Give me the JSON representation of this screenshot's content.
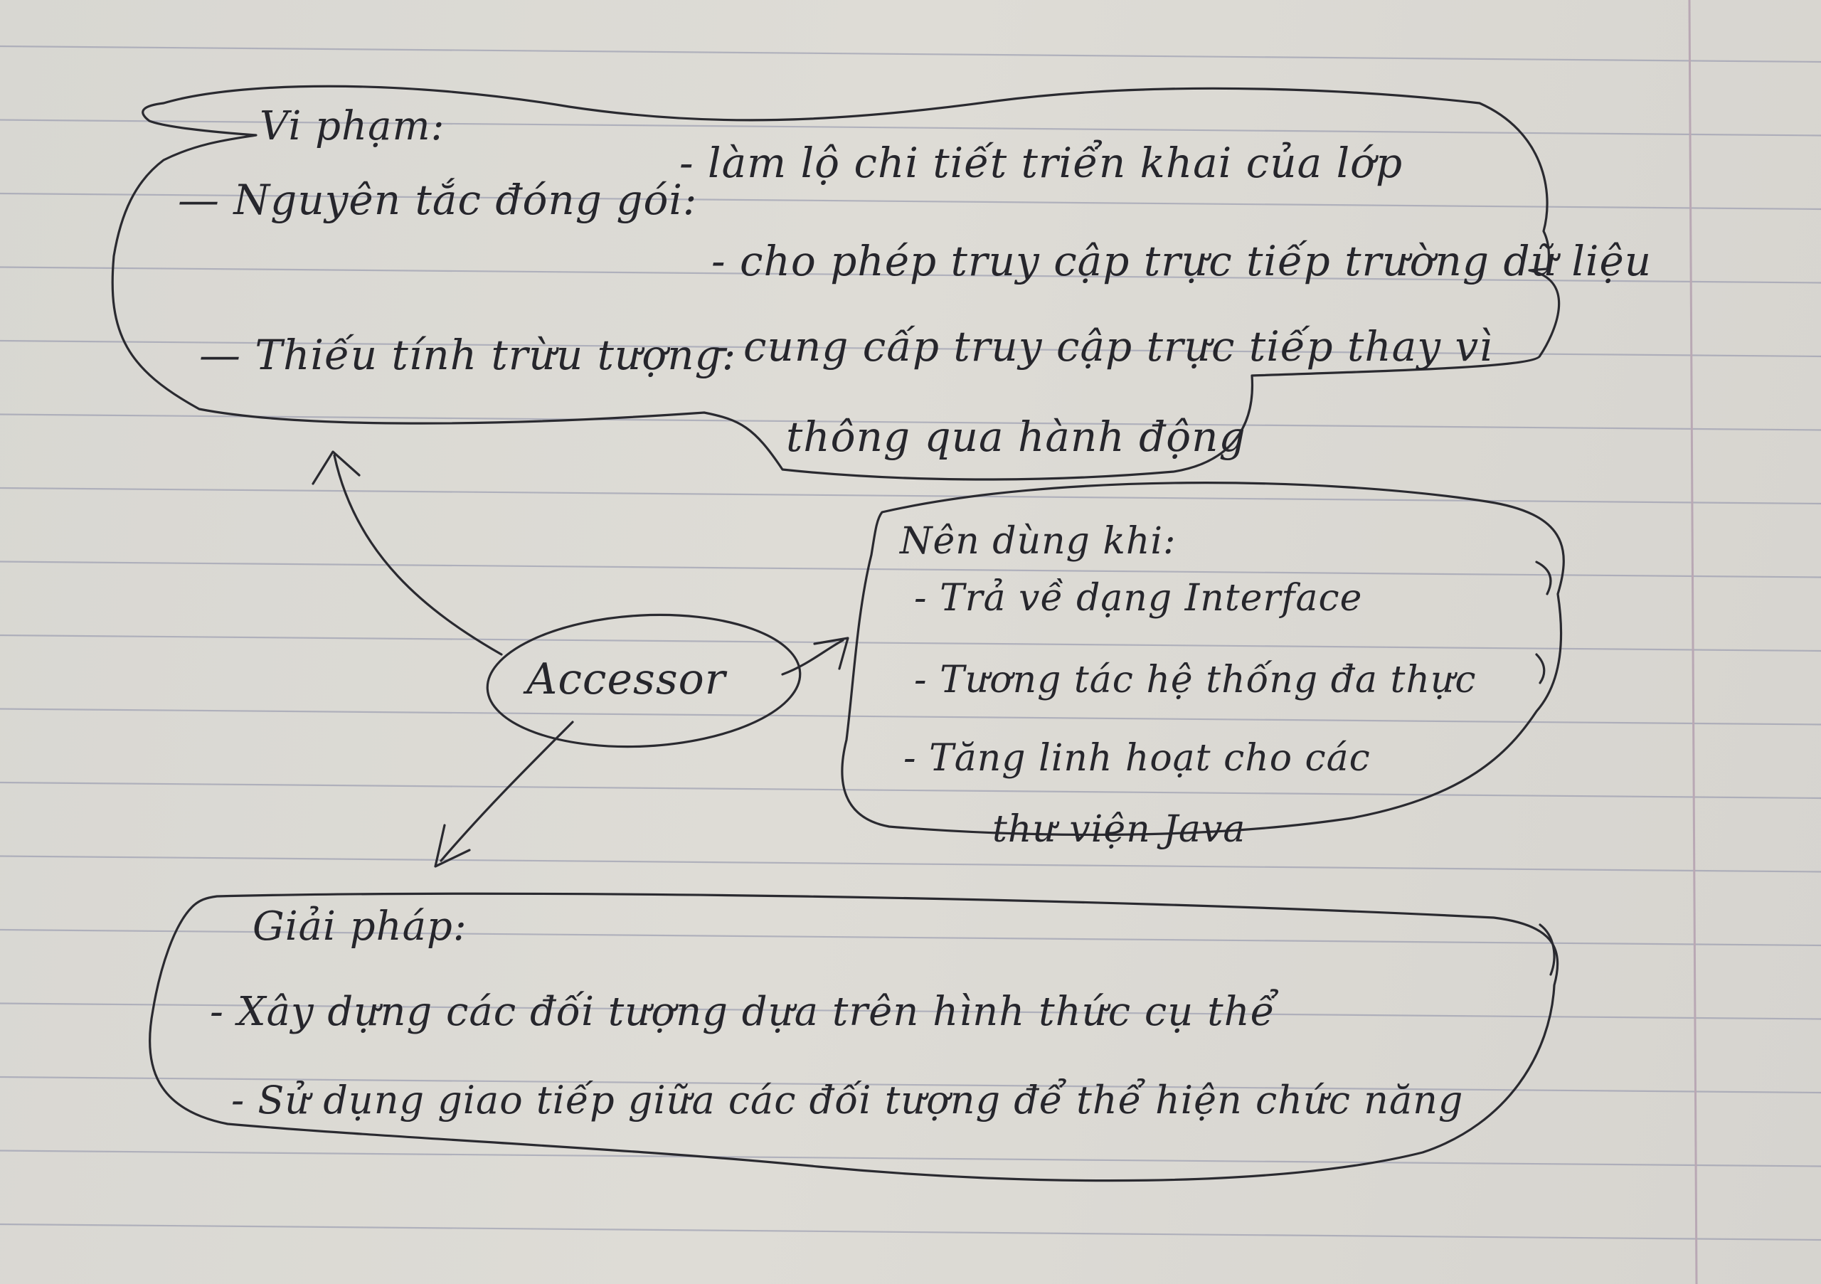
{
  "notebook": {
    "paper_color": "#dcdbd6",
    "rule_color": "#8c8fa8",
    "margin_color": "#b9a8b4",
    "ink_color": "#2a2a30"
  },
  "violations": {
    "heading": "Vi phạm:",
    "item1_label": "— Nguyên tắc đóng gói:",
    "item1_point1": "- làm lộ chi tiết triển khai của lớp",
    "item1_point2": "- cho phép truy cập trực tiếp trường dữ liệu",
    "item2_label": "— Thiếu tính trừu tượng:",
    "item2_point1": "- cung cấp truy cập trực tiếp thay vì",
    "item2_point1_cont": "thông qua hành động"
  },
  "center": {
    "label": "Accessor"
  },
  "usage": {
    "heading": "Nên dùng khi:",
    "point1": "- Trả về dạng Interface",
    "point2": "- Tương tác hệ thống đa thực",
    "point3": "- Tăng linh hoạt cho các",
    "point3_cont": "thư viện Java"
  },
  "solution": {
    "heading": "Giải pháp:",
    "point1": "- Xây dựng các đối tượng dựa trên hình thức cụ thể",
    "point2": "- Sử dụng giao tiếp giữa các đối tượng để thể hiện chức năng"
  }
}
